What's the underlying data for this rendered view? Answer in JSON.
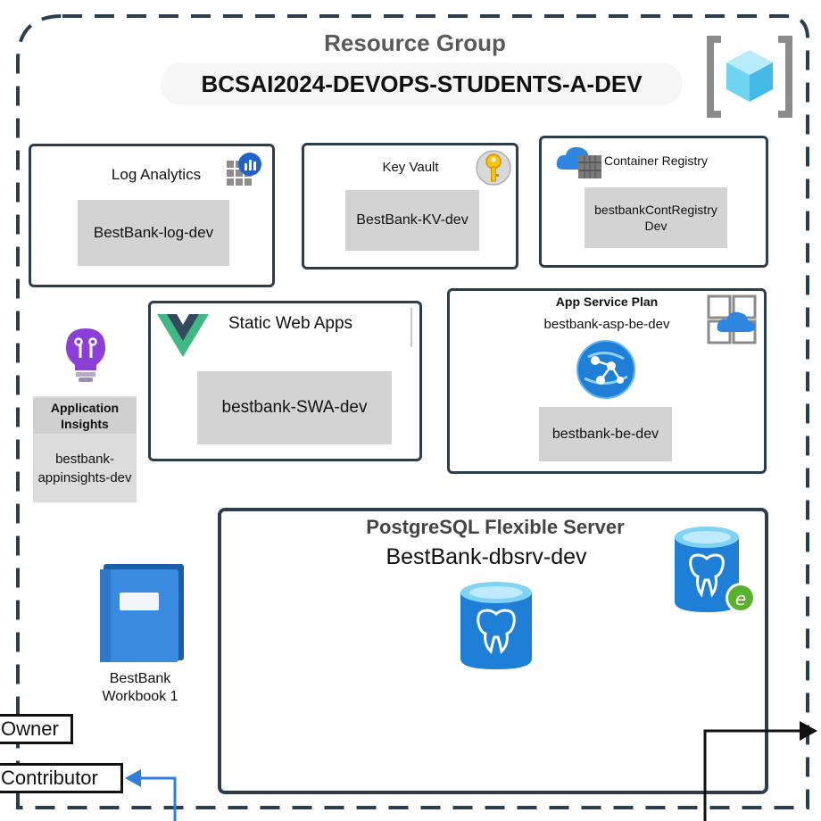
{
  "resource_group": {
    "heading": "Resource Group",
    "name": "BCSAI2024-DEVOPS-STUDENTS-A-DEV"
  },
  "log_analytics": {
    "title": "Log Analytics",
    "resource": "BestBank-log-dev",
    "icon": "log-analytics-icon"
  },
  "key_vault": {
    "title": "Key Vault",
    "resource": "BestBank-KV-dev",
    "icon": "key-vault-icon"
  },
  "container_registry": {
    "title": "Container Registry",
    "resource_line1": "bestbankContRegistry",
    "resource_line2": "Dev",
    "icon": "container-registry-icon"
  },
  "static_web_apps": {
    "title": "Static Web Apps",
    "resource": "bestbank-SWA-dev",
    "icon": "vue-logo-icon"
  },
  "app_service_plan": {
    "title": "App Service Plan",
    "plan_name": "bestbank-asp-be-dev",
    "resource": "bestbank-be-dev",
    "icon": "app-service-icon"
  },
  "app_insights": {
    "title_line1": "Application",
    "title_line2": "Insights",
    "resource_line1": "bestbank-",
    "resource_line2": "appinsights-dev",
    "icon": "lightbulb-icon"
  },
  "postgres": {
    "title": "PostgreSQL Flexible Server",
    "name": "BestBank-dbsrv-dev",
    "icon": "postgresql-database-icon"
  },
  "workbook": {
    "line1": "BestBank",
    "line2": "Workbook 1",
    "icon": "workbook-book-icon"
  },
  "roles": {
    "owner": "Owner",
    "contributor": "Contributor"
  },
  "colors": {
    "border": "#2b3e50",
    "grey_box": "#d3d3d3",
    "azure_blue": "#1f7fd6",
    "arrow_blue": "#2f7fd8"
  }
}
